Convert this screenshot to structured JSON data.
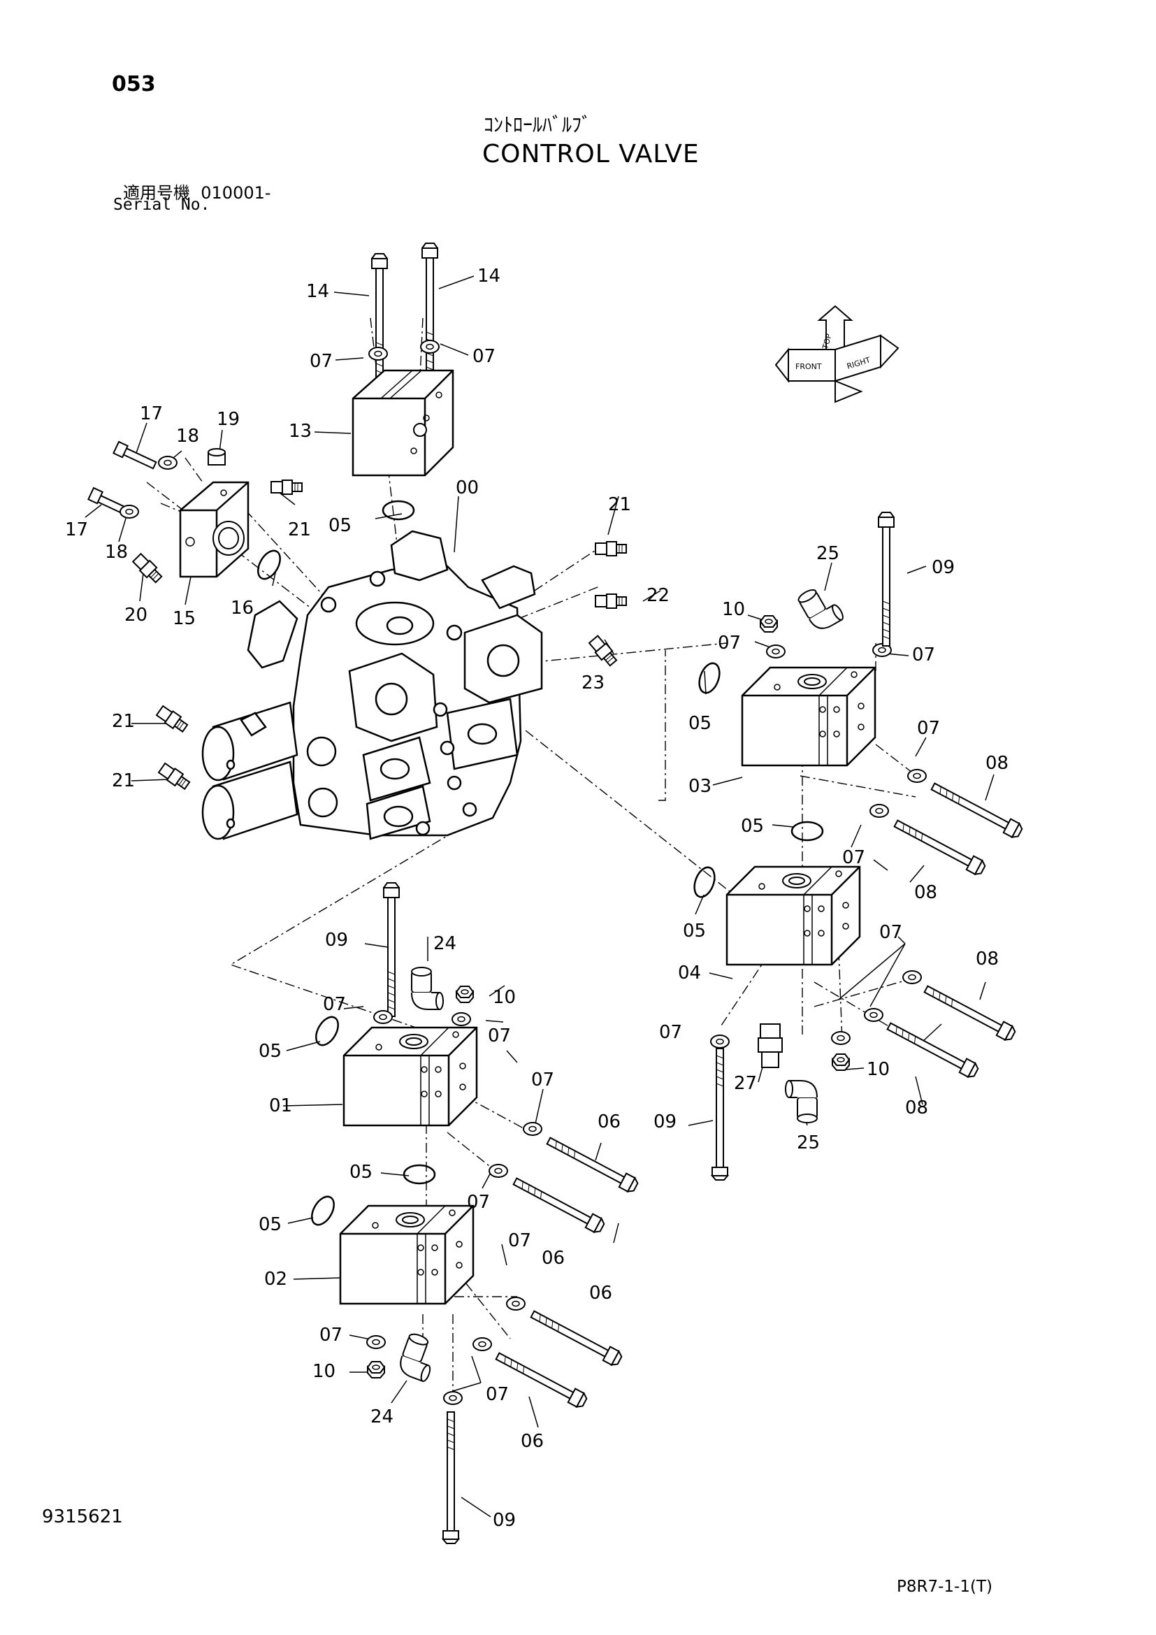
{
  "header": {
    "page_number": "053",
    "title_jp": "ｺﾝﾄﾛｰﾙﾊﾞﾙﾌﾞ",
    "title_en": "CONTROL VALVE",
    "serial_label_jp": "適用号機",
    "serial_range": "010001-",
    "serial_label_en": "Serial No."
  },
  "footer": {
    "doc_number": "9315621",
    "drawing_code": "P8R7-1-1(T)"
  },
  "orientation_glyph": {
    "top": "TOP",
    "front": "FRONT",
    "right": "RIGHT"
  },
  "callouts": [
    {
      "label": "14"
    },
    {
      "label": "14"
    },
    {
      "label": "07"
    },
    {
      "label": "07"
    },
    {
      "label": "13"
    },
    {
      "label": "17"
    },
    {
      "label": "18"
    },
    {
      "label": "19"
    },
    {
      "label": "17"
    },
    {
      "label": "18"
    },
    {
      "label": "21"
    },
    {
      "label": "00"
    },
    {
      "label": "21"
    },
    {
      "label": "05"
    },
    {
      "label": "16"
    },
    {
      "label": "20"
    },
    {
      "label": "15"
    },
    {
      "label": "22"
    },
    {
      "label": "23"
    },
    {
      "label": "25"
    },
    {
      "label": "09"
    },
    {
      "label": "10"
    },
    {
      "label": "07"
    },
    {
      "label": "07"
    },
    {
      "label": "05"
    },
    {
      "label": "07"
    },
    {
      "label": "08"
    },
    {
      "label": "03"
    },
    {
      "label": "21"
    },
    {
      "label": "21"
    },
    {
      "label": "05"
    },
    {
      "label": "07"
    },
    {
      "label": "08"
    },
    {
      "label": "05"
    },
    {
      "label": "07"
    },
    {
      "label": "08"
    },
    {
      "label": "04"
    },
    {
      "label": "09"
    },
    {
      "label": "24"
    },
    {
      "label": "10"
    },
    {
      "label": "07"
    },
    {
      "label": "07"
    },
    {
      "label": "05"
    },
    {
      "label": "07"
    },
    {
      "label": "10"
    },
    {
      "label": "27"
    },
    {
      "label": "08"
    },
    {
      "label": "01"
    },
    {
      "label": "07"
    },
    {
      "label": "06"
    },
    {
      "label": "09"
    },
    {
      "label": "25"
    },
    {
      "label": "05"
    },
    {
      "label": "07"
    },
    {
      "label": "06"
    },
    {
      "label": "05"
    },
    {
      "label": "07"
    },
    {
      "label": "02"
    },
    {
      "label": "06"
    },
    {
      "label": "07"
    },
    {
      "label": "10"
    },
    {
      "label": "07"
    },
    {
      "label": "24"
    },
    {
      "label": "06"
    },
    {
      "label": "09"
    }
  ]
}
